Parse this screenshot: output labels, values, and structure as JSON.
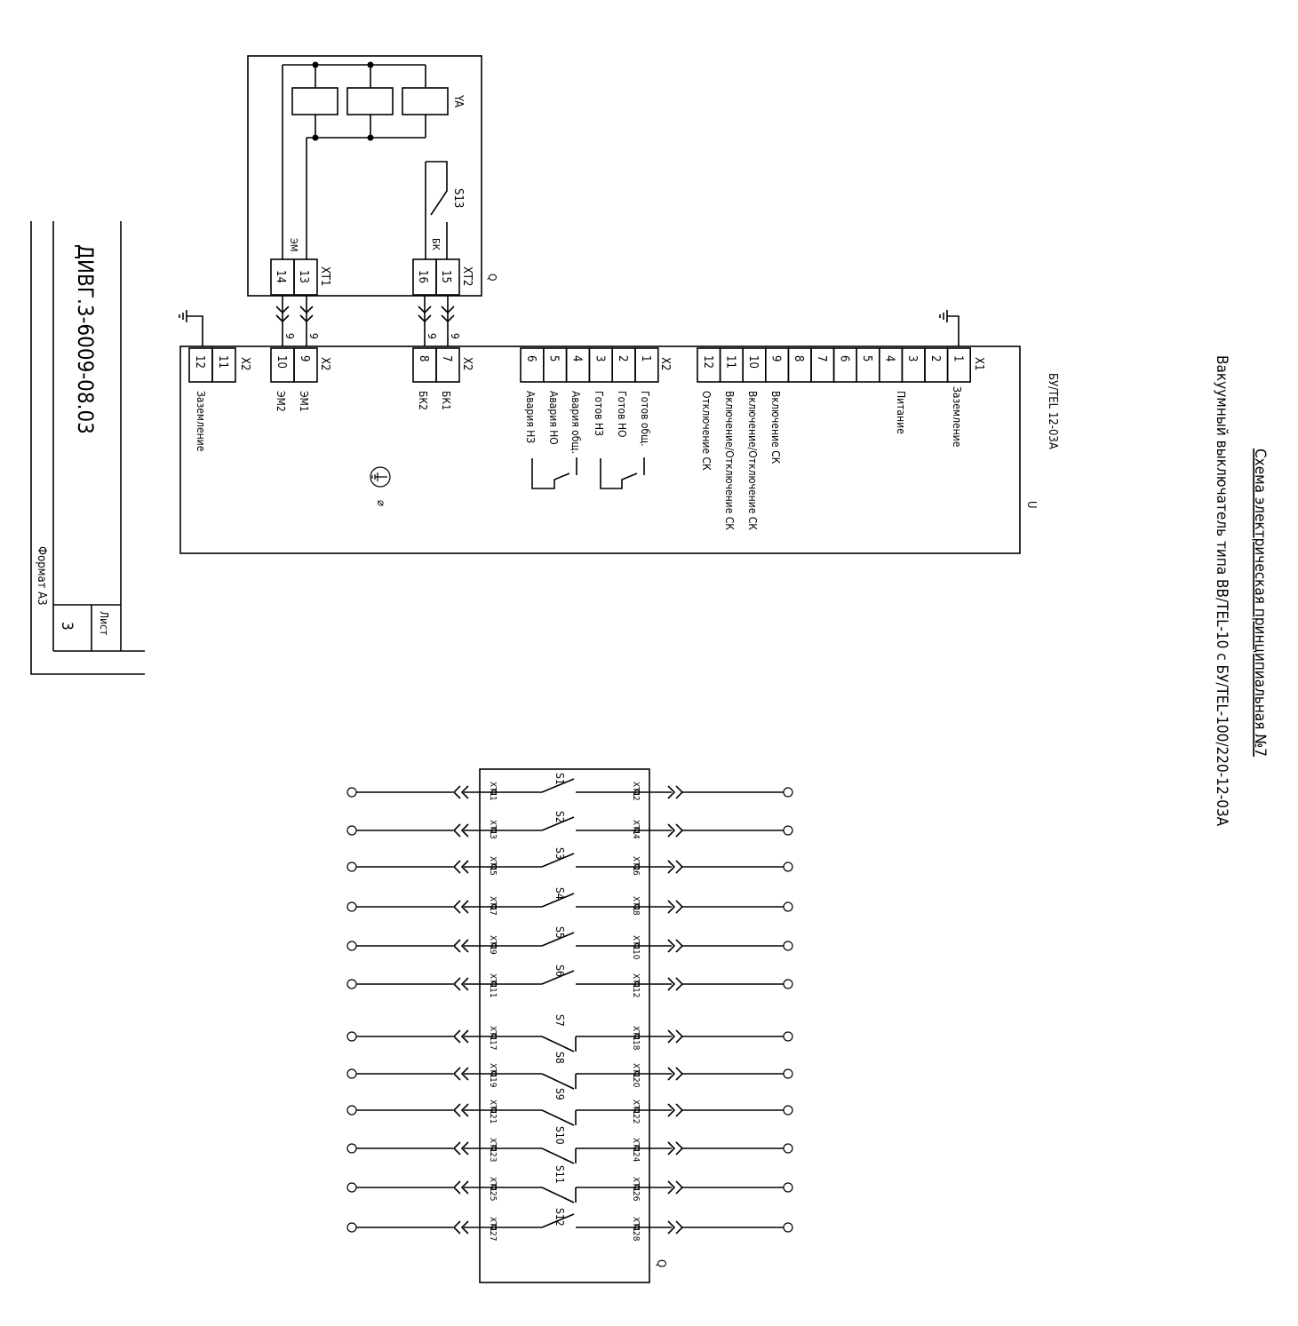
{
  "title": {
    "line1": "Схема электрическая принципиальная №7",
    "line2": "Вакуумный выключатель типа ВВ/TEL-10 с БУ/TEL-100/220-12-03А"
  },
  "stamp": {
    "doc_number": "ДИВГ.3-6009-08.03",
    "sheet_label": "Лист",
    "sheet_number": "3",
    "format": "Формат А3"
  },
  "breaker": {
    "label": "Q",
    "coil": "YA",
    "aux_contact": "S13",
    "em_label": "ЭМ",
    "bk_label": "БК",
    "xt1_label": "XT1",
    "xt2_label": "XT2",
    "xt1_pins": [
      "14",
      "13"
    ],
    "xt2_pins": [
      "16",
      "15"
    ]
  },
  "unit": {
    "name": "БУ/TEL 12-03А",
    "label": "U",
    "plug_marks": [
      "9",
      "9",
      "9",
      "9"
    ],
    "x1": {
      "label": "X1",
      "pins": [
        "12",
        "11",
        "10",
        "9",
        "8",
        "7",
        "6",
        "5",
        "4",
        "3",
        "2",
        "1"
      ],
      "signals": [
        "Заземление",
        "Питание",
        "Включение СК",
        "Включение/Отключение СК",
        "Включение/Отключение СК",
        "Отключение СК"
      ]
    },
    "x2_status": {
      "label": "X2",
      "pins": [
        "6",
        "5",
        "4",
        "3",
        "2",
        "1"
      ],
      "signals": [
        "Авария НЗ",
        "Авария НО",
        "Авария общ.",
        "Готов НЗ",
        "Готов НО",
        "Готов общ."
      ]
    },
    "x2_bk": {
      "label": "X2",
      "pins": [
        "8",
        "7"
      ],
      "signals": [
        "БК2",
        "БК1"
      ]
    },
    "x2_em": {
      "label": "X2",
      "pins": [
        "10",
        "9"
      ],
      "signals": [
        "ЭМ2",
        "ЭМ1"
      ]
    },
    "x2_ground": {
      "label": "X2",
      "pins": [
        "12",
        "11"
      ],
      "signals": [
        "Заземление"
      ]
    },
    "ground_marker": "⌀"
  },
  "aux_block": {
    "label": "Q",
    "switches": [
      {
        "name": "S1",
        "in": "XT1",
        "in_pin": "1",
        "out": "XT1",
        "out_pin": "2",
        "type": "NO"
      },
      {
        "name": "S2",
        "in": "XT1",
        "in_pin": "3",
        "out": "XT1",
        "out_pin": "4",
        "type": "NO"
      },
      {
        "name": "S3",
        "in": "XT1",
        "in_pin": "5",
        "out": "XT1",
        "out_pin": "6",
        "type": "NO"
      },
      {
        "name": "S4",
        "in": "XT1",
        "in_pin": "7",
        "out": "XT1",
        "out_pin": "8",
        "type": "NO"
      },
      {
        "name": "S5",
        "in": "XT1",
        "in_pin": "9",
        "out": "XT1",
        "out_pin": "10",
        "type": "NO"
      },
      {
        "name": "S6",
        "in": "XT1",
        "in_pin": "11",
        "out": "XT1",
        "out_pin": "12",
        "type": "NO"
      },
      {
        "name": "S7",
        "in": "XT1",
        "in_pin": "17",
        "out": "XT1",
        "out_pin": "18",
        "type": "NC"
      },
      {
        "name": "S8",
        "in": "XT1",
        "in_pin": "19",
        "out": "XT1",
        "out_pin": "20",
        "type": "NC"
      },
      {
        "name": "S9",
        "in": "XT1",
        "in_pin": "21",
        "out": "XT1",
        "out_pin": "22",
        "type": "NC"
      },
      {
        "name": "S10",
        "in": "XT1",
        "in_pin": "23",
        "out": "XT1",
        "out_pin": "24",
        "type": "NC"
      },
      {
        "name": "S11",
        "in": "XT1",
        "in_pin": "25",
        "out": "XT1",
        "out_pin": "26",
        "type": "NC"
      },
      {
        "name": "S12",
        "in": "XT1",
        "in_pin": "27",
        "out": "XT1",
        "out_pin": "28",
        "type": "NO"
      }
    ]
  }
}
